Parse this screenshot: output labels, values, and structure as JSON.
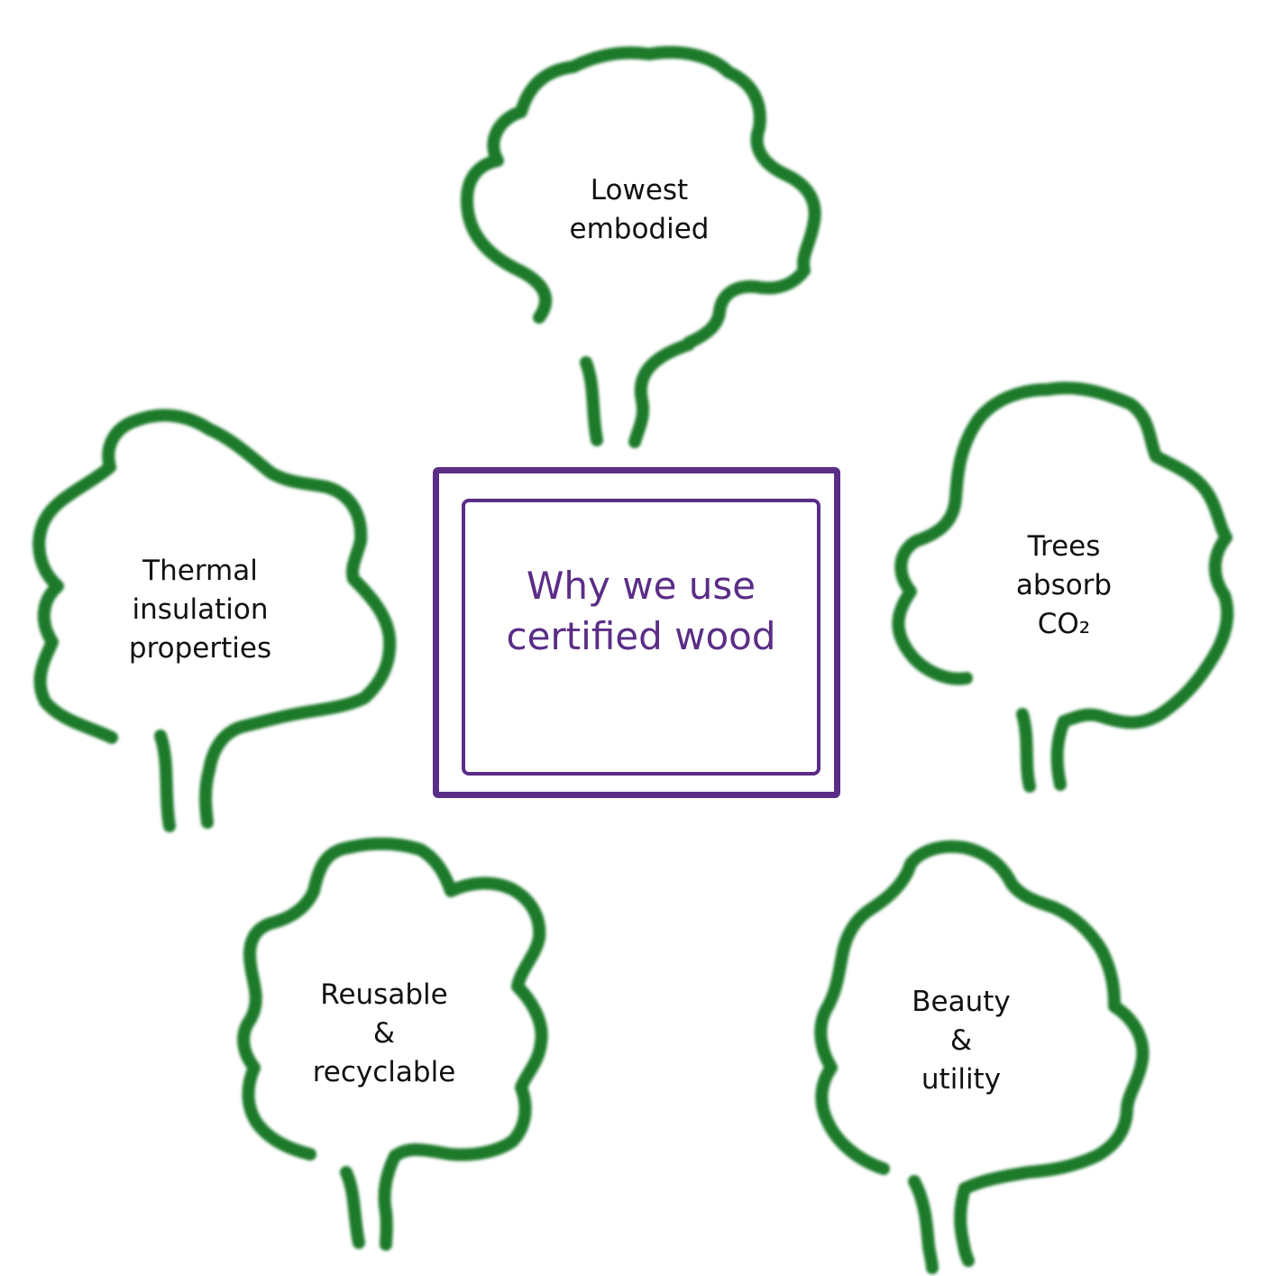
{
  "colors": {
    "tree_stroke": "#1f7a2c",
    "frame": "#5a2d86",
    "title_text": "#5a2d86",
    "label_text": "#111111"
  },
  "center": {
    "title_lines": [
      "Why we use",
      "certified wood"
    ]
  },
  "trees": [
    {
      "id": "top",
      "lines": [
        "Lowest",
        "embodied"
      ]
    },
    {
      "id": "left",
      "lines": [
        "Thermal",
        "insulation",
        "properties"
      ]
    },
    {
      "id": "right",
      "lines": [
        "Trees",
        "absorb",
        "CO₂"
      ]
    },
    {
      "id": "bottom-left",
      "lines": [
        "Reusable",
        "&",
        "recyclable"
      ]
    },
    {
      "id": "bottom-right",
      "lines": [
        "Beauty",
        "&",
        "utility"
      ]
    }
  ]
}
